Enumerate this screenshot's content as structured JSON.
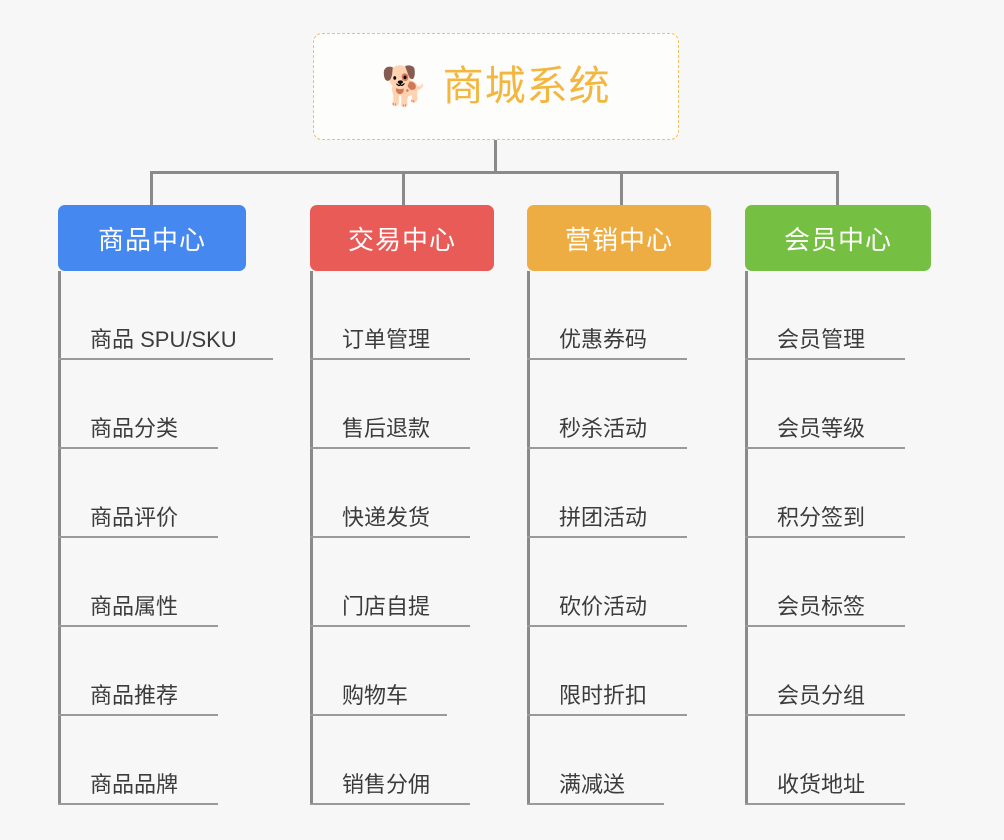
{
  "root": {
    "icon": "shiba-dog-emoji",
    "icon_glyph": "🐕",
    "title": "商城系统",
    "title_color": "#f3b63f",
    "border_color": "#f0c05a"
  },
  "background_color": "#f7f7f7",
  "connector_color": "#8a8a8a",
  "columns": [
    {
      "id": "product-center",
      "label": "商品中心",
      "color": "#4588f0",
      "items": [
        "商品 SPU/SKU",
        "商品分类",
        "商品评价",
        "商品属性",
        "商品推荐",
        "商品品牌"
      ]
    },
    {
      "id": "trade-center",
      "label": "交易中心",
      "color": "#e85b56",
      "items": [
        "订单管理",
        "售后退款",
        "快递发货",
        "门店自提",
        "购物车",
        "销售分佣"
      ]
    },
    {
      "id": "marketing-center",
      "label": "营销中心",
      "color": "#eead43",
      "items": [
        "优惠券码",
        "秒杀活动",
        "拼团活动",
        "砍价活动",
        "限时折扣",
        "满减送"
      ]
    },
    {
      "id": "member-center",
      "label": "会员中心",
      "color": "#75bf42",
      "items": [
        "会员管理",
        "会员等级",
        "积分签到",
        "会员标签",
        "会员分组",
        "收货地址"
      ]
    }
  ]
}
